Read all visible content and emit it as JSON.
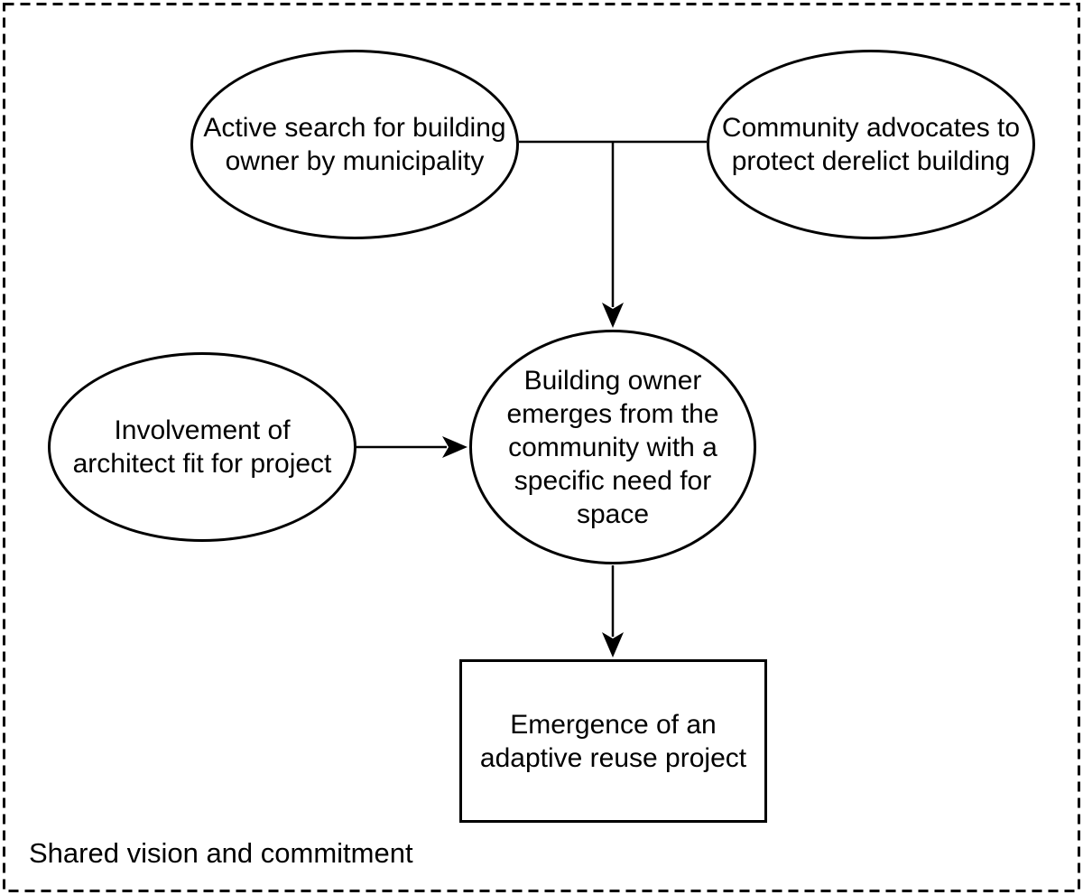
{
  "diagram": {
    "caption": "Shared vision and commitment",
    "nodes": {
      "active_search": {
        "label": "Active search for building\nowner by municipality",
        "shape": "ellipse"
      },
      "community_advocates": {
        "label": "Community advocates to\nprotect derelict building",
        "shape": "ellipse"
      },
      "architect": {
        "label": "Involvement of\narchitect fit for project",
        "shape": "ellipse"
      },
      "building_owner": {
        "label": "Building owner\nemerges from the\ncommunity with a\nspecific need for\nspace",
        "shape": "ellipse"
      },
      "emergence": {
        "label": "Emergence of an\nadaptive reuse project",
        "shape": "rectangle"
      }
    },
    "edges": [
      {
        "from": "active_search+community_advocates",
        "to": "building_owner",
        "style": "arrow"
      },
      {
        "from": "architect",
        "to": "building_owner",
        "style": "arrow"
      },
      {
        "from": "building_owner",
        "to": "emergence",
        "style": "arrow"
      }
    ],
    "colors": {
      "stroke": "#000000",
      "background": "#ffffff"
    }
  }
}
